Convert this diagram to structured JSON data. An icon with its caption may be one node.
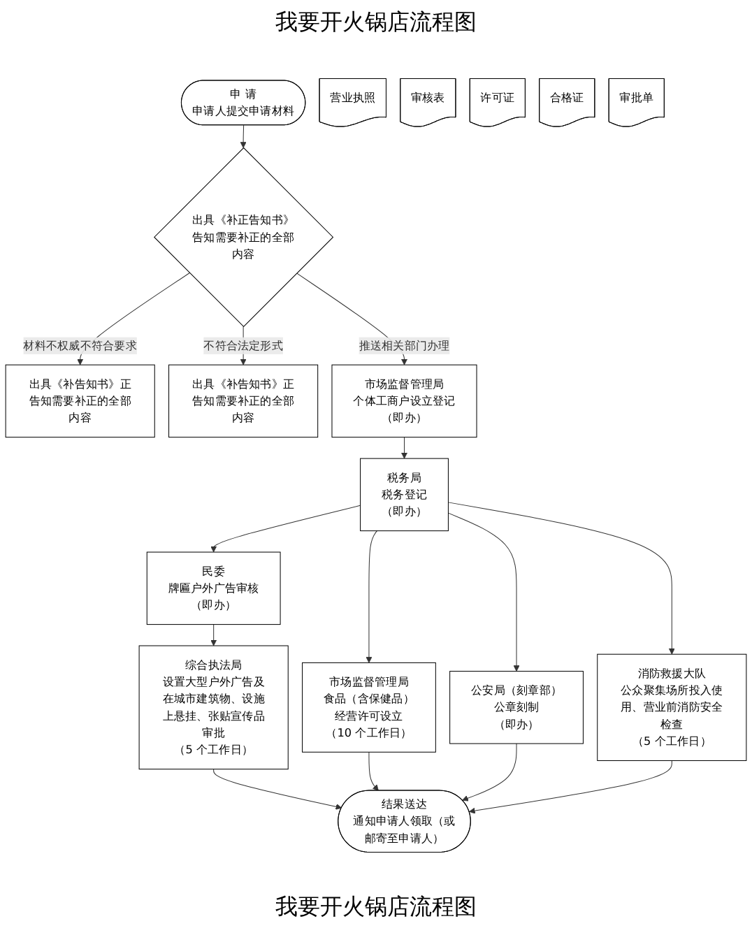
{
  "diagram": {
    "title": "我要开火锅店流程图",
    "caption": "我要开火锅店流程图",
    "nodes": [
      {
        "text": [
          "申 请",
          "申请人提交申请材料"
        ]
      },
      {
        "text": [
          "出具《补正告知书》告知需要补正的全部内容"
        ]
      },
      {
        "text": [
          "出具《补告知书》正告知需要补正的全部内容"
        ]
      },
      {
        "text": [
          "出具《补告知书》正告知需要补正的全部内容"
        ]
      },
      {
        "text": [
          "营业执照"
        ]
      },
      {
        "text": [
          "市场监督管理局",
          "个体工商户设立登记",
          "（即办）"
        ]
      },
      {
        "text": [
          "税务局",
          "税务登记",
          "（即办）"
        ]
      },
      {
        "text": [
          "审核表"
        ]
      },
      {
        "text": [
          "许可证"
        ]
      },
      {
        "text": [
          "合格证"
        ]
      },
      {
        "text": [
          "民委",
          "牌匾户外广告审核",
          "（即办）"
        ]
      },
      {
        "text": [
          "市场监督管理局",
          "食品（含保健品）",
          "经营许可设立",
          "（10 个工作日）"
        ]
      },
      {
        "text": [
          "公安局（刻章部）",
          "公章刻制",
          "（即办）"
        ]
      },
      {
        "text": [
          "消防救援大队",
          "公众聚集场所投入使用、营业前消防安全检查",
          "（5 个工作日）"
        ]
      },
      {
        "text": [
          "审批单"
        ]
      },
      {
        "text": [
          "综合执法局",
          "设置大型户外广告及在城市建筑物、设施上悬挂、张贴宣传品审批",
          "（5 个工作日）"
        ]
      },
      {
        "text": [
          "结果送达",
          "通知申请人领取（或邮寄至申请人）"
        ]
      }
    ],
    "edges": [
      {
        "from": 0,
        "to": 1,
        "arrow": "to"
      },
      {
        "from": 1,
        "to": 2,
        "arrow": "to",
        "label": "材料不权威不符合要求"
      },
      {
        "from": 1,
        "to": 3,
        "arrow": "to",
        "label": "不符合法定形式"
      },
      {
        "from": 1,
        "to": 5,
        "arrow": "to",
        "label": "推送相关部门办理"
      },
      {
        "from": 5,
        "to": 6,
        "arrow": "to"
      },
      {
        "from": 6,
        "to": 10,
        "arrow": "to"
      },
      {
        "from": 6,
        "to": 11,
        "arrow": "to"
      },
      {
        "from": 6,
        "to": 12,
        "arrow": "to"
      },
      {
        "from": 6,
        "to": 13,
        "arrow": "to"
      },
      {
        "from": 10,
        "to": 15,
        "arrow": "to"
      },
      {
        "from": 15,
        "to": 16,
        "arrow": "to"
      },
      {
        "from": 11,
        "to": 16,
        "arrow": "to"
      },
      {
        "from": 12,
        "to": 16,
        "arrow": "to"
      },
      {
        "from": 13,
        "to": 16,
        "arrow": "to"
      }
    ]
  }
}
